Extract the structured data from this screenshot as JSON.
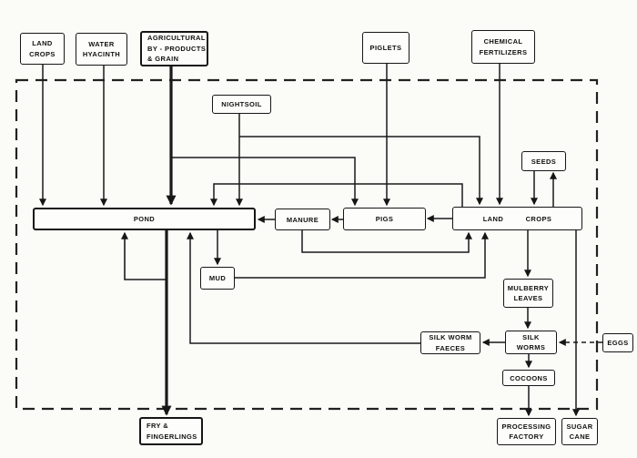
{
  "colors": {
    "ink": "#1a1a1a",
    "background": "#fbfbf8",
    "box_fill": "#fdfdfb"
  },
  "boundary": {
    "style": "dashed",
    "meaning": "farm system boundary"
  },
  "nodes": {
    "land_crops_input": {
      "label": "LAND\nCROPS"
    },
    "water_hyacinth": {
      "label": "WATER\nHYACINTH"
    },
    "agricultural_byproducts": {
      "label": "AGRICULTURAL\nBY - PRODUCTS\n& GRAIN"
    },
    "piglets": {
      "label": "PIGLETS"
    },
    "chemical_fertilizers": {
      "label": "CHEMICAL\nFERTILIZERS"
    },
    "nightsoil": {
      "label": "NIGHTSOIL"
    },
    "pond": {
      "label": "POND"
    },
    "manure": {
      "label": "MANURE"
    },
    "pigs": {
      "label": "PIGS"
    },
    "land_crops": {
      "label": "LAND CROPS"
    },
    "seeds": {
      "label": "SEEDS"
    },
    "mud": {
      "label": "MUD"
    },
    "mulberry_leaves": {
      "label": "MULBERRY\nLEAVES"
    },
    "silk_worm_faeces": {
      "label": "SILK WORM\nFAECES"
    },
    "silk_worms": {
      "label": "SILK\nWORMS"
    },
    "cocoons": {
      "label": "COCOONS"
    },
    "eggs": {
      "label": "EGGS"
    },
    "fry_fingerlings": {
      "label": "FRY &\nFINGERLINGS"
    },
    "processing_factory": {
      "label": "PROCESSING\nFACTORY"
    },
    "sugar_cane": {
      "label": "SUGAR\nCANE"
    }
  },
  "edges": [
    {
      "from": "land_crops_input",
      "to": "pond",
      "style": "solid"
    },
    {
      "from": "water_hyacinth",
      "to": "pond",
      "style": "solid"
    },
    {
      "from": "agricultural_byproducts",
      "to": "pond",
      "style": "thick"
    },
    {
      "from": "agricultural_byproducts",
      "to": "pigs",
      "style": "solid"
    },
    {
      "from": "piglets",
      "to": "pigs",
      "style": "solid"
    },
    {
      "from": "chemical_fertilizers",
      "to": "land_crops",
      "style": "solid"
    },
    {
      "from": "nightsoil",
      "to": "pond",
      "style": "solid"
    },
    {
      "from": "nightsoil",
      "to": "land_crops",
      "style": "solid"
    },
    {
      "from": "land_crops",
      "to": "pond",
      "style": "solid"
    },
    {
      "from": "land_crops",
      "to": "pigs",
      "style": "solid"
    },
    {
      "from": "pigs",
      "to": "manure",
      "style": "solid"
    },
    {
      "from": "manure",
      "to": "pond",
      "style": "solid"
    },
    {
      "from": "manure",
      "to": "land_crops",
      "style": "solid"
    },
    {
      "from": "seeds",
      "to": "land_crops",
      "style": "solid"
    },
    {
      "from": "land_crops",
      "to": "seeds",
      "style": "solid"
    },
    {
      "from": "pond",
      "to": "mud",
      "style": "solid"
    },
    {
      "from": "mud",
      "to": "land_crops",
      "style": "solid"
    },
    {
      "from": "land_crops",
      "to": "mulberry_leaves",
      "style": "solid"
    },
    {
      "from": "mulberry_leaves",
      "to": "silk_worms",
      "style": "solid"
    },
    {
      "from": "silk_worms",
      "to": "silk_worm_faeces",
      "style": "solid"
    },
    {
      "from": "silk_worm_faeces",
      "to": "pond",
      "style": "solid"
    },
    {
      "from": "eggs",
      "to": "silk_worms",
      "style": "dashed"
    },
    {
      "from": "silk_worms",
      "to": "cocoons",
      "style": "solid"
    },
    {
      "from": "cocoons",
      "to": "processing_factory",
      "style": "solid"
    },
    {
      "from": "land_crops",
      "to": "sugar_cane",
      "style": "solid"
    },
    {
      "from": "pond",
      "to": "fry_fingerlings",
      "style": "thick"
    },
    {
      "from": "fry_fingerlings",
      "to": "pond",
      "style": "solid",
      "note": "restocking loop"
    }
  ]
}
